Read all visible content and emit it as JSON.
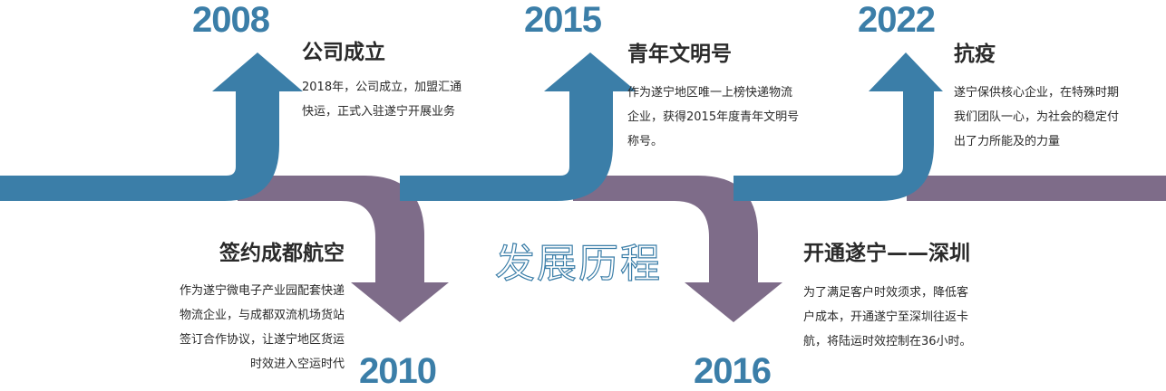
{
  "colors": {
    "blue": "#3b7ea8",
    "purple": "#7e6c89",
    "text": "#2a2a2a"
  },
  "center_title": "发展历程",
  "milestones": [
    {
      "year": "2008",
      "title": "公司成立",
      "desc": [
        "2018年，公司成立，加盟汇通",
        "快运，正式入驻遂宁开展业务"
      ]
    },
    {
      "year": "2010",
      "title": "签约成都航空",
      "desc": [
        "作为遂宁微电子产业园配套快递",
        "物流企业，与成都双流机场货站",
        "签订合作协议，让遂宁地区货运",
        "时效进入空运时代"
      ]
    },
    {
      "year": "2015",
      "title": "青年文明号",
      "desc": [
        "作为遂宁地区唯一上榜快递物流",
        "企业，获得2015年度青年文明号",
        "称号。"
      ]
    },
    {
      "year": "2016",
      "title": "开通遂宁——深圳",
      "desc": [
        "为了满足客户时效须求，降低客",
        "户成本，开通遂宁至深圳往返卡",
        "航，将陆运时效控制在36小时。"
      ]
    },
    {
      "year": "2022",
      "title": "抗疫",
      "desc": [
        "遂宁保供核心企业，在特殊时期",
        "我们团队一心，为社会的稳定付",
        "出了力所能及的力量"
      ]
    }
  ]
}
